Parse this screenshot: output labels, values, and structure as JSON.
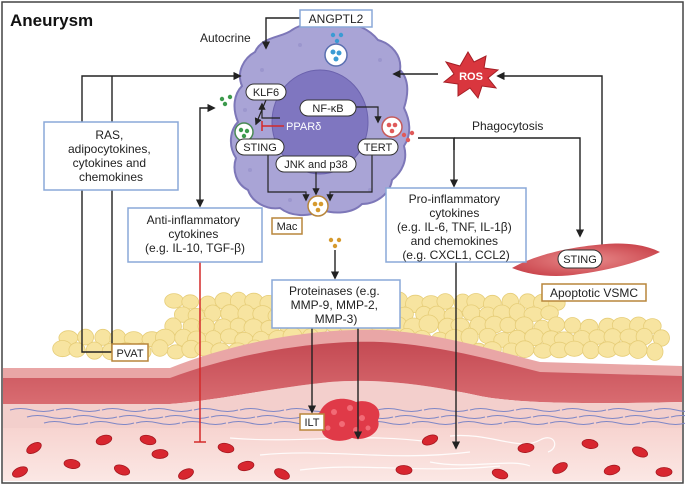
{
  "title": "Aneurysm",
  "angptl2": "ANGPTL2",
  "autocrine": "Autocrine",
  "ros": "ROS",
  "phagocytosis": "Phagocytosis",
  "ras_box": [
    "RAS,",
    "adipocytokines,",
    "cytokines and",
    "chemokines"
  ],
  "mac_nodes": {
    "klf6": "KLF6",
    "nfkb": "NF-κB",
    "ppard": "PPARδ",
    "sting": "STING",
    "tert": "TERT",
    "jnk": "JNK and p38"
  },
  "mac_label": "Mac",
  "anti_box": [
    "Anti-inflammatory",
    "cytokines",
    "(e.g. IL-10, TGF-β)"
  ],
  "pro_box": [
    "Pro-inflammatory",
    "cytokines",
    "(e.g. IL-6, TNF, IL-1β)",
    "and chemokines",
    "(e.g. CXCL1, CCL2)"
  ],
  "proteinase_box": [
    "Proteinases (e.g.",
    "MMP-9, MMP-2,",
    "MMP-3)"
  ],
  "vsmc_sting": "STING",
  "apoptotic_vsmc": "Apoptotic VSMC",
  "pvat": "PVAT",
  "ilt": "ILT",
  "colors": {
    "box_border": "#8aa8d8",
    "tan_border": "#b8863b",
    "macrophage": "#a9a4d6",
    "nucleus": "#7f76c0",
    "ros": "#d9363e",
    "vessel_wall": "#c9525a",
    "fat": "#f7e4a0",
    "rbc": "#d8262f",
    "inhibit": "#d42a2a"
  }
}
